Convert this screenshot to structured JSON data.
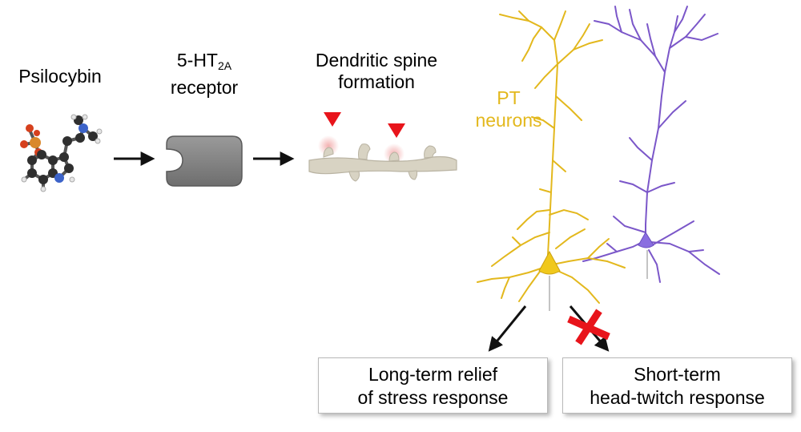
{
  "labels": {
    "psilocybin": "Psilocybin",
    "receptor_line1_main": "5-HT",
    "receptor_line1_sub": "2A",
    "receptor_line2": "receptor",
    "spine_line1": "Dendritic spine",
    "spine_line2": "formation",
    "pt_line1": "PT",
    "pt_line2": "neurons"
  },
  "outcomes": {
    "long_line1": "Long-term relief",
    "long_line2": "of stress response",
    "short_line1": "Short-term",
    "short_line2": "head-twitch response"
  },
  "colors": {
    "pt_neuron": "#e3b81d",
    "other_neuron": "#7b57c9",
    "receptor": "#8a8a8a",
    "dendrite": "#d8d3c3",
    "spine_marker": "#e8141b",
    "block_cross": "#e8141b"
  }
}
